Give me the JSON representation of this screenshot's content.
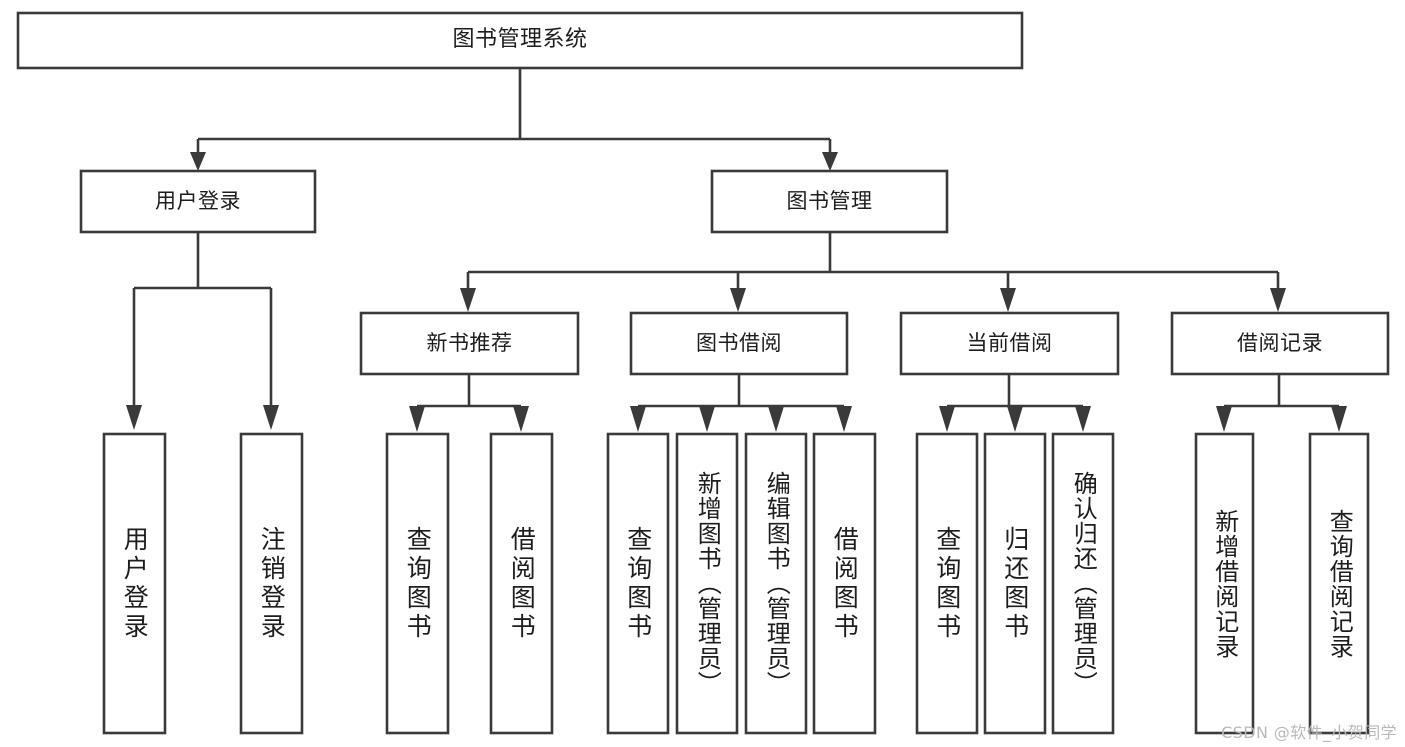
{
  "diagram": {
    "title": "图书管理系统",
    "type": "tree",
    "theme": {
      "box_stroke": "#3a3a3a",
      "box_fill": "#ffffff",
      "text_color": "#1d1d1d",
      "background": "#ffffff",
      "watermark_color": "#b9b9b9"
    },
    "nodes": {
      "root": {
        "label": "图书管理系统",
        "orientation": "horizontal"
      },
      "level1": [
        {
          "label": "用户登录",
          "orientation": "horizontal"
        },
        {
          "label": "图书管理",
          "orientation": "horizontal"
        }
      ],
      "level2": [
        {
          "label": "新书推荐",
          "orientation": "horizontal"
        },
        {
          "label": "图书借阅",
          "orientation": "horizontal"
        },
        {
          "label": "当前借阅",
          "orientation": "horizontal"
        },
        {
          "label": "借阅记录",
          "orientation": "horizontal"
        }
      ],
      "leaves_user_login": [
        {
          "label": "用户登录",
          "orientation": "vertical"
        },
        {
          "label": "注销登录",
          "orientation": "vertical"
        }
      ],
      "leaves_new_book": [
        {
          "label": "查询图书",
          "orientation": "vertical"
        },
        {
          "label": "借阅图书",
          "orientation": "vertical"
        }
      ],
      "leaves_borrow": [
        {
          "label": "查询图书",
          "orientation": "vertical"
        },
        {
          "label": "新增图书（管理员）",
          "orientation": "vertical"
        },
        {
          "label": "编辑图书（管理员）",
          "orientation": "vertical"
        },
        {
          "label": "借阅图书",
          "orientation": "vertical"
        }
      ],
      "leaves_current": [
        {
          "label": "查询图书",
          "orientation": "vertical"
        },
        {
          "label": "归还图书",
          "orientation": "vertical"
        },
        {
          "label": "确认归还（管理员）",
          "orientation": "vertical"
        }
      ],
      "leaves_record": [
        {
          "label": "新增借阅记录",
          "orientation": "vertical"
        },
        {
          "label": "查询借阅记录",
          "orientation": "vertical"
        }
      ]
    },
    "watermark": "CSDN @软件_小贺同学"
  }
}
